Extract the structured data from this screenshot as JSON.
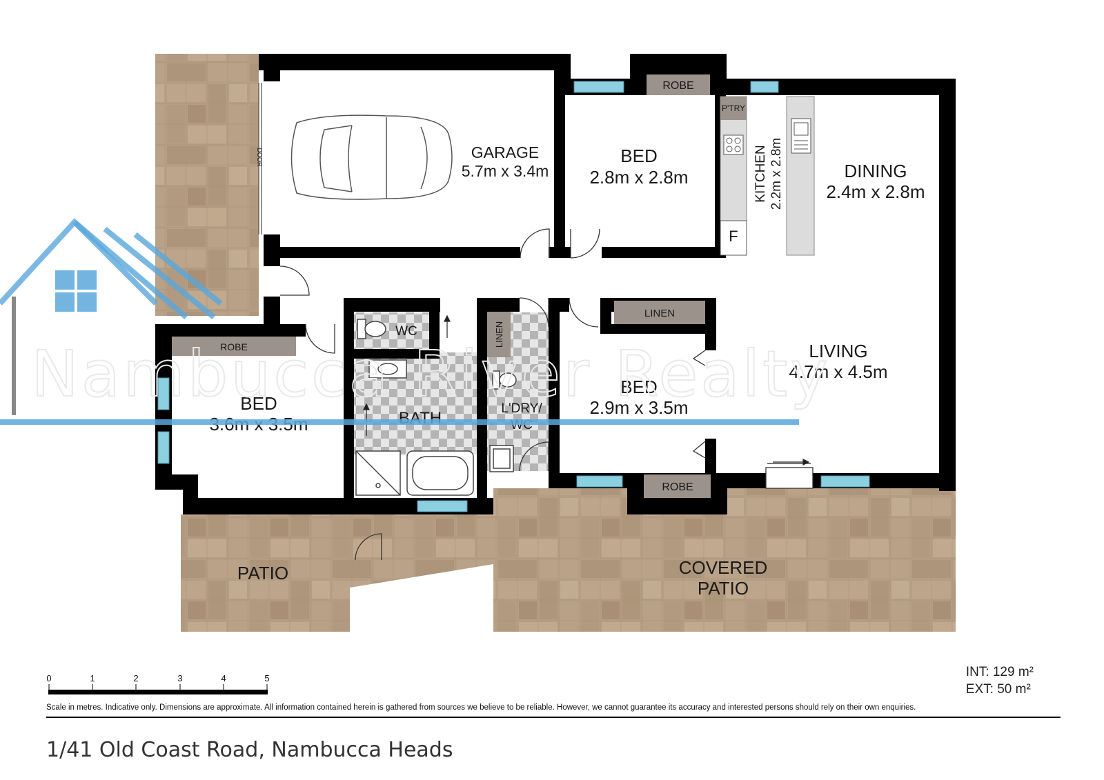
{
  "plan": {
    "rooms": {
      "garage": {
        "name": "GARAGE",
        "dims": "5.7m x 3.4m"
      },
      "bed1": {
        "name": "BED",
        "dims": "2.8m x 2.8m"
      },
      "kitchen": {
        "name": "KITCHEN",
        "dims": "2.2m x 2.8m"
      },
      "dining": {
        "name": "DINING",
        "dims": "2.4m x 2.8m"
      },
      "living": {
        "name": "LIVING",
        "dims": "4.7m x 4.5m"
      },
      "bed2": {
        "name": "BED",
        "dims": "2.9m x 3.5m"
      },
      "bed3": {
        "name": "BED",
        "dims": "3.6m x 3.5m"
      },
      "bath": {
        "name": "BATH"
      },
      "laundry": {
        "name": "L'DRY/",
        "name2": "WC"
      },
      "wc": {
        "name": "WC"
      },
      "patio": {
        "name": "PATIO"
      },
      "covered_patio": {
        "name": "COVERED",
        "name2": "PATIO"
      }
    },
    "fixtures": {
      "robe_bed1": "ROBE",
      "robe_bed3": "ROBE",
      "robe_bed2": "ROBE",
      "linen_hall": "LINEN",
      "linen_laundry": "LINEN",
      "pantry": "P'TRY",
      "fridge": "F",
      "door": "DOOR"
    }
  },
  "scale_bar": {
    "ticks": [
      "0",
      "1",
      "2",
      "3",
      "4",
      "5"
    ]
  },
  "areas": {
    "internal": "INT: 129 m²",
    "external": "EXT: 50 m²"
  },
  "disclaimer": "Scale in metres. Indicative only. Dimensions are approximate. All information contained herein is gathered from sources we believe to be reliable. However, we cannot guarantee its accuracy and interested persons should rely on their own enquiries.",
  "address": "1/41 Old Coast Road, Nambucca Heads",
  "watermark": "Nambucca River Realty",
  "colors": {
    "wall": "#000000",
    "paving": "#b69e84",
    "window": "#8ccfe0",
    "robe": "#9a928b",
    "tile_light": "#e6e6e6",
    "tile_dark": "#b4b4b4",
    "logo_blue": "#5aa7dc"
  }
}
